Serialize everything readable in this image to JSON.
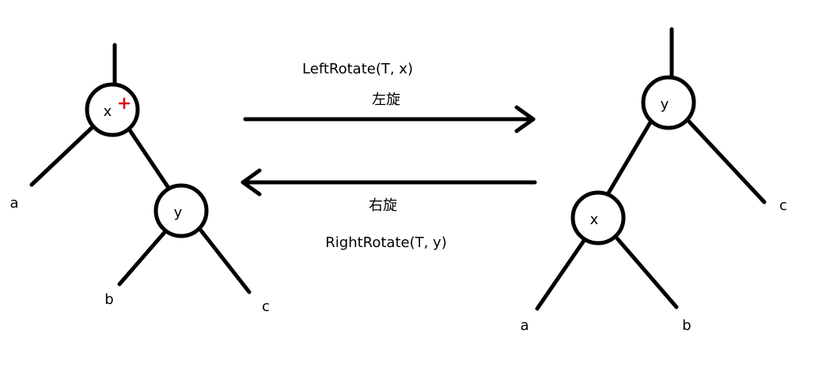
{
  "operations": {
    "left": {
      "name": "LeftRotate(T, x)",
      "cn": "左旋"
    },
    "right": {
      "name": "RightRotate(T, y)",
      "cn": "右旋"
    }
  },
  "tree_before": {
    "root": "x",
    "child": "y",
    "leaf_a": "a",
    "leaf_b": "b",
    "leaf_c": "c"
  },
  "tree_after": {
    "root": "y",
    "child": "x",
    "leaf_a": "a",
    "leaf_b": "b",
    "leaf_c": "c"
  },
  "colors": {
    "line": "#000000",
    "marker": "#e00000",
    "background": "#ffffff"
  }
}
